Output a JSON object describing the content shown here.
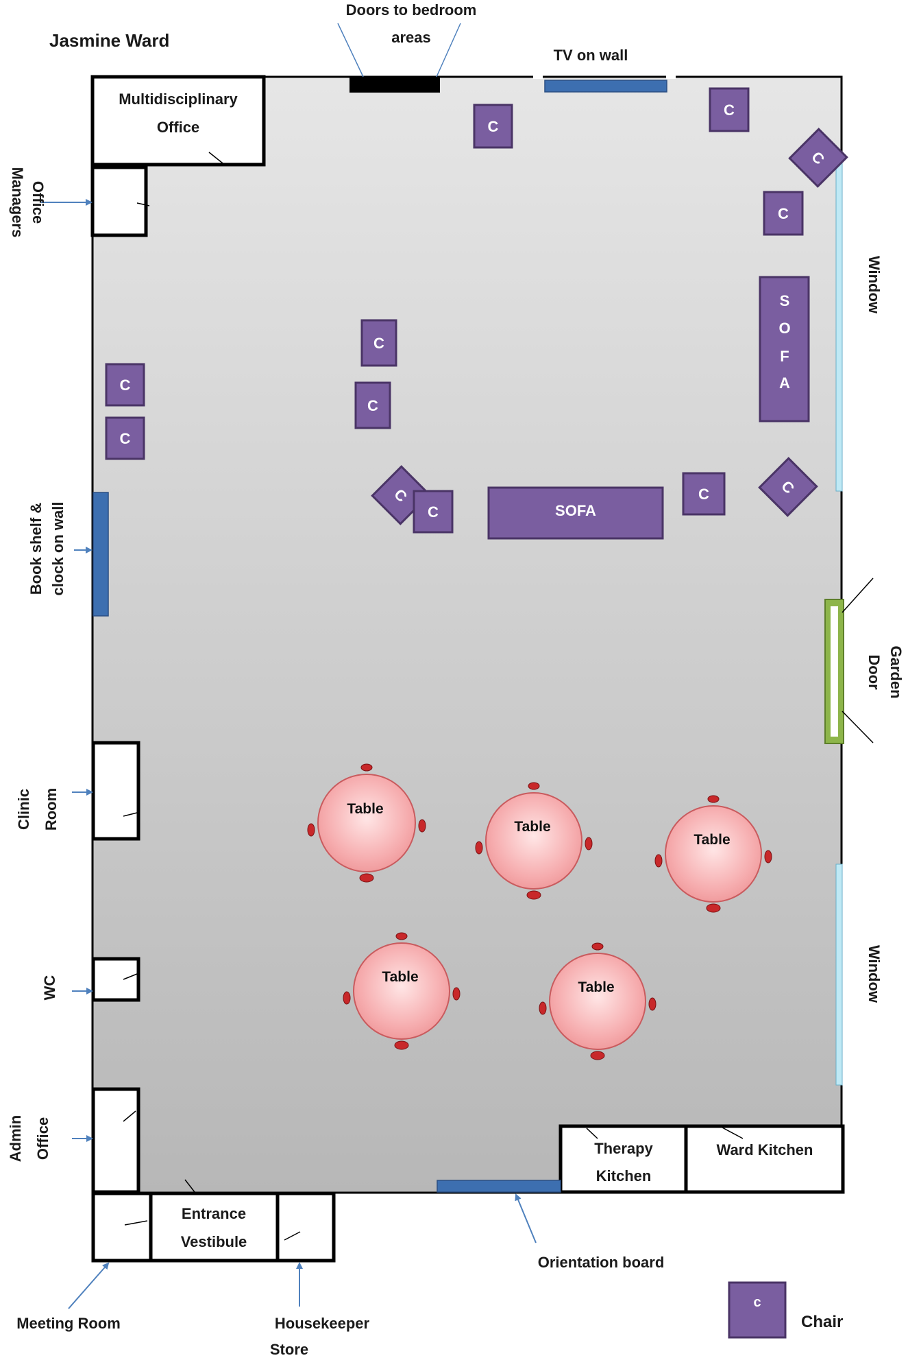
{
  "title": "Jasmine Ward",
  "labels": {
    "doors_bedroom_1": "Doors to bedroom",
    "doors_bedroom_2": "areas",
    "tv": "TV on wall",
    "multi_1": "Multidisciplinary",
    "multi_2": "Office",
    "managers_1": "Managers",
    "managers_2": "Office",
    "window_top": "Window",
    "window_bottom": "Window",
    "bookshelf_1": "Book shelf &",
    "bookshelf_2": "clock on wall",
    "garden_1": "Garden",
    "garden_2": "Door",
    "clinic_1": "Clinic",
    "clinic_2": "Room",
    "wc": "WC",
    "admin_1": "Admin",
    "admin_2": "Office",
    "therapy_1": "Therapy",
    "therapy_2": "Kitchen",
    "ward_kitchen": "Ward Kitchen",
    "entrance_1": "Entrance",
    "entrance_2": "Vestibule",
    "orientation": "Orientation board",
    "meeting": "Meeting Room",
    "housekeeper_1": "Housekeeper",
    "housekeeper_2": "Store",
    "sofa_horizontal": "SOFA",
    "sofa_vertical": [
      "S",
      "O",
      "F",
      "A"
    ],
    "chair_letter": "C",
    "table": "Table"
  },
  "legend": {
    "chair_letter": "c",
    "chair_label": "Chair"
  },
  "colors": {
    "furniture_purple": "#7a5ea0",
    "furniture_border": "#4a3466",
    "table_pink": "#f7b3b5",
    "table_border": "#c95b5e",
    "seat_red": "#c8282a",
    "wall_blue": "#3d6fb0",
    "window_blue": "#bfe9f5",
    "garden_green": "#8db54a",
    "arrow_blue": "#4f81bd",
    "floor_top": "#e6e6e6",
    "floor_bottom": "#b9b9b9"
  }
}
